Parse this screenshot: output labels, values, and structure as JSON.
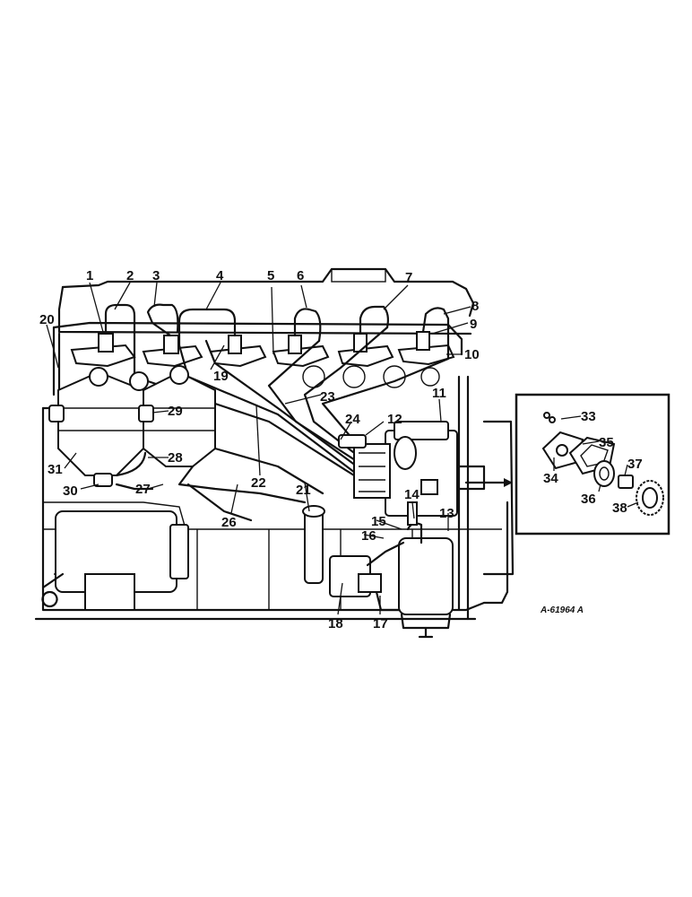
{
  "drawing_ref": "A-61964 A",
  "callouts": [
    "1",
    "2",
    "3",
    "4",
    "5",
    "6",
    "7",
    "8",
    "9",
    "10",
    "11",
    "12",
    "13",
    "14",
    "15",
    "16",
    "17",
    "18",
    "19",
    "20",
    "21",
    "22",
    "23",
    "24",
    "26",
    "27",
    "28",
    "29",
    "30",
    "31",
    "33",
    "34",
    "35",
    "36",
    "37",
    "38"
  ]
}
